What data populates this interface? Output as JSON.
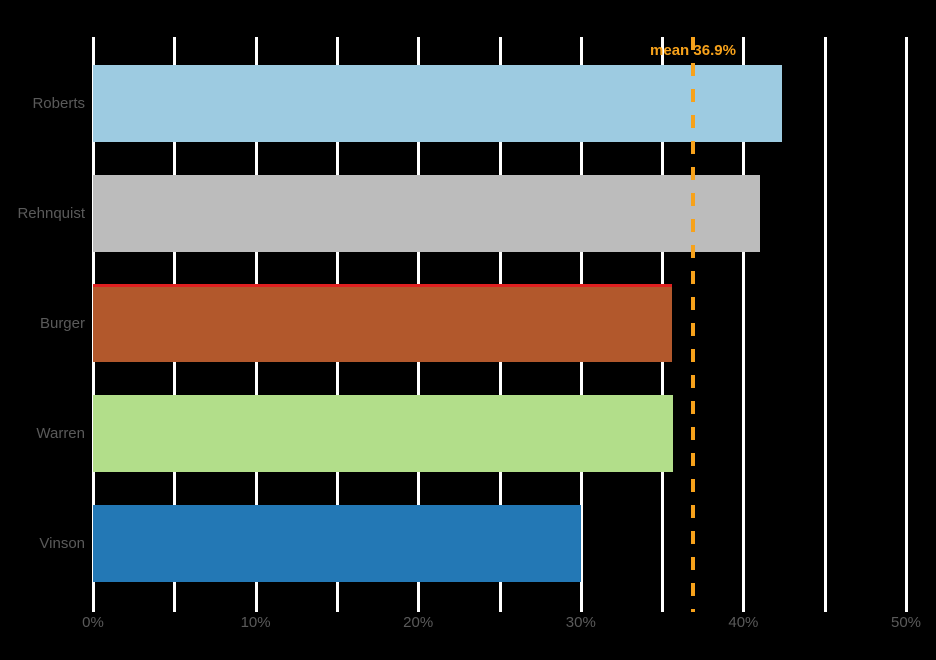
{
  "chart_data": {
    "type": "bar",
    "orientation": "horizontal",
    "title": "",
    "xlabel": "",
    "ylabel": "",
    "categories": [
      "Roberts",
      "Rehnquist",
      "Burger",
      "Warren",
      "Vinson"
    ],
    "values": [
      42.4,
      41.0,
      35.6,
      35.7,
      30.0
    ],
    "bar_colors": [
      "#9dcbe1",
      "#bcbcbc",
      "#b2582c",
      "#b2de8a",
      "#2378b5"
    ],
    "highlight": {
      "category": "Burger",
      "top_line_color": "#e02020"
    },
    "mean": {
      "value": 36.9,
      "label": "mean 36.9%",
      "color": "#f7a21b",
      "style": "dashed"
    },
    "x_ticks": [
      0,
      5,
      10,
      15,
      20,
      25,
      30,
      35,
      40,
      45,
      50
    ],
    "x_tick_labels": [
      "0%",
      "",
      "10%",
      "",
      "20%",
      "",
      "30%",
      "",
      "40%",
      "",
      "50%"
    ],
    "xlim": [
      0,
      50
    ],
    "grid": true,
    "grid_color": "#ffffff",
    "background_color": "#000000",
    "label_color": "#5a5a5a"
  }
}
